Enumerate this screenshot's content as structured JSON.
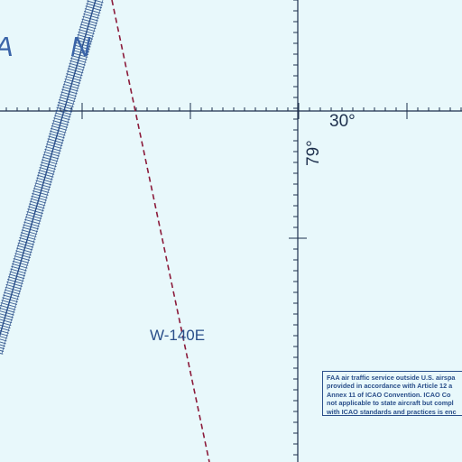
{
  "map": {
    "ocean_label": "A N",
    "minute_label": "30°",
    "degree_label": "79°",
    "restricted_area_label": "W-140E",
    "notice_lines": [
      "FAA air traffic service outside U.S. airspa",
      "provided in accordance with Article 12 a",
      "Annex 11 of ICAO Convention.  ICAO Co",
      "not applicable to state aircraft but compl",
      "with ICAO standards and practices is enc"
    ],
    "colors": {
      "background": "#e8f8fb",
      "grid": "#1d2f4c",
      "airway": "#2a4f8a",
      "boundary_dashed": "#8b1a3a",
      "text": "#2a4f8a"
    }
  }
}
